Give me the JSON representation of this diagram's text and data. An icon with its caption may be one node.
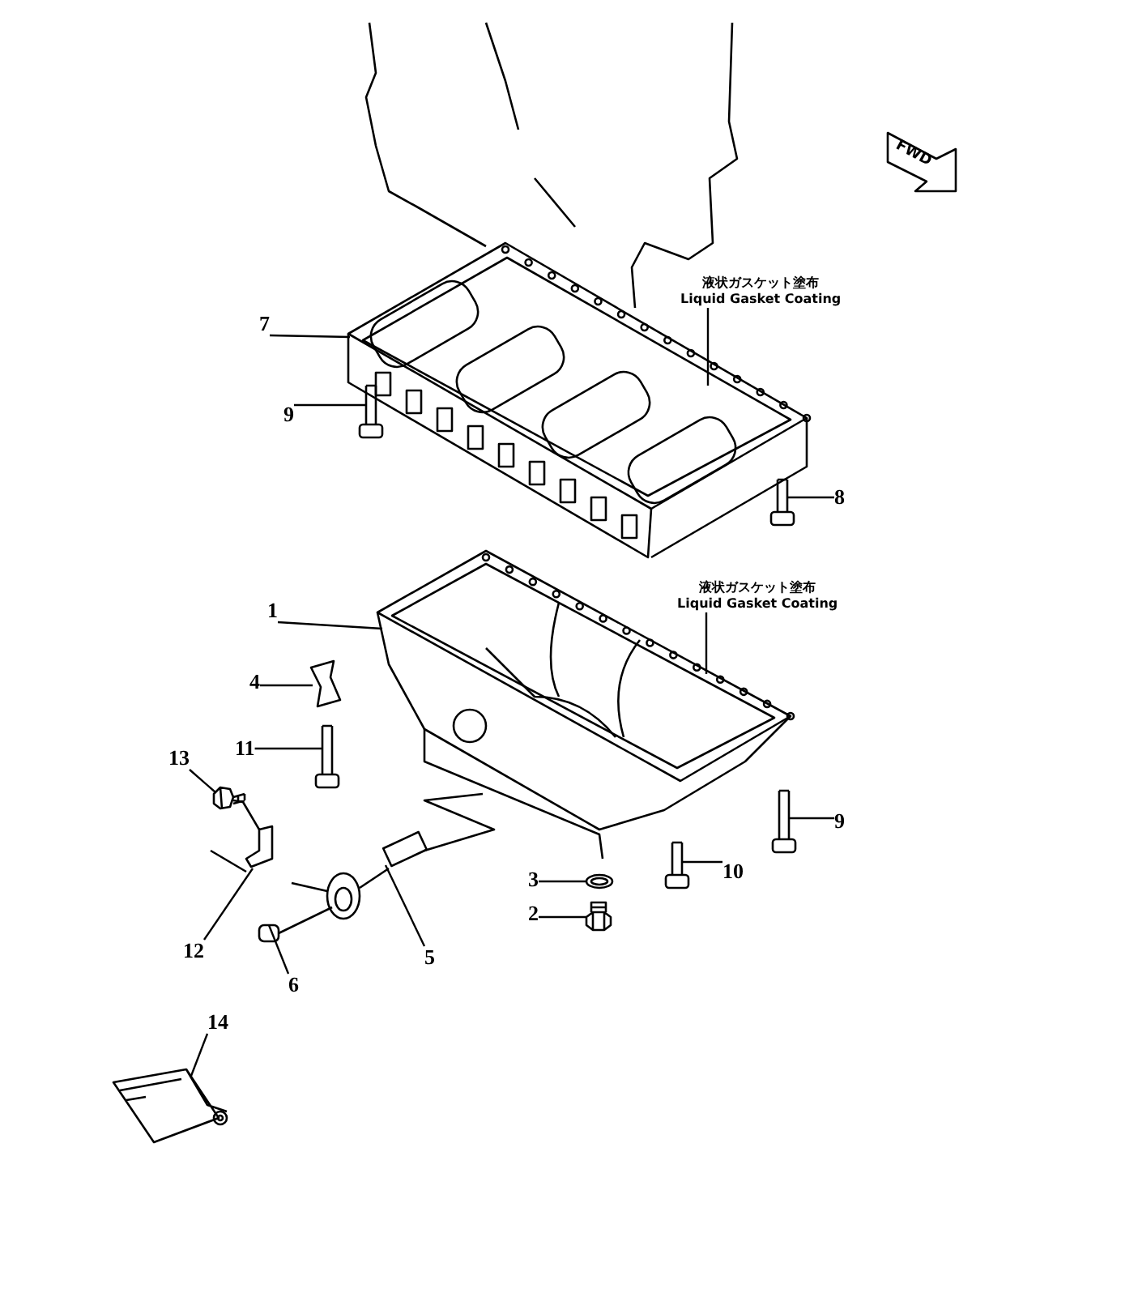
{
  "diagram": {
    "nodes": [
      {
        "text": [
          "7"
        ]
      },
      {
        "text": [
          "9"
        ]
      },
      {
        "text": [
          "液状ガスケット塗布",
          "Liquid Gasket Coating"
        ]
      },
      {
        "text": [
          "8"
        ]
      },
      {
        "text": [
          "液状ガスケット塗布",
          "Liquid Gasket Coating"
        ]
      },
      {
        "text": [
          "1"
        ]
      },
      {
        "text": [
          "4"
        ]
      },
      {
        "text": [
          "11"
        ]
      },
      {
        "text": [
          "13"
        ]
      },
      {
        "text": [
          "9"
        ]
      },
      {
        "text": [
          "3"
        ]
      },
      {
        "text": [
          "10"
        ]
      },
      {
        "text": [
          "2"
        ]
      },
      {
        "text": [
          "12"
        ]
      },
      {
        "text": [
          "6"
        ]
      },
      {
        "text": [
          "5"
        ]
      },
      {
        "text": [
          "14"
        ]
      },
      {
        "text": [],
        "shape": "picture"
      },
      {
        "text": [],
        "shape": "picture"
      },
      {
        "text": [],
        "shape": "picture"
      },
      {
        "text": [],
        "shape": "picture"
      },
      {
        "text": [],
        "shape": "picture"
      },
      {
        "text": [],
        "shape": "picture"
      },
      {
        "text": [],
        "shape": "picture"
      },
      {
        "text": [],
        "shape": "picture"
      },
      {
        "text": [],
        "shape": "picture"
      },
      {
        "text": [],
        "shape": "picture"
      },
      {
        "text": [],
        "shape": "picture"
      },
      {
        "text": [],
        "shape": "picture"
      },
      {
        "text": [],
        "shape": "picture"
      },
      {
        "text": [],
        "shape": "picture"
      },
      {
        "text": [],
        "shape": "picture"
      }
    ],
    "edges": [
      {
        "from": 0,
        "to": 17,
        "arrow": "none"
      },
      {
        "from": 1,
        "to": 18,
        "arrow": "none"
      },
      {
        "from": 2,
        "to": 17,
        "arrow": "none"
      },
      {
        "from": 3,
        "to": 19,
        "arrow": "none"
      },
      {
        "from": 4,
        "to": 20,
        "arrow": "none"
      },
      {
        "from": 5,
        "to": 20,
        "arrow": "none"
      },
      {
        "from": 6,
        "to": 21,
        "arrow": "none"
      },
      {
        "from": 7,
        "to": 22,
        "arrow": "none"
      },
      {
        "from": 8,
        "to": 23,
        "arrow": "none"
      },
      {
        "from": 9,
        "to": 24,
        "arrow": "none"
      },
      {
        "from": 10,
        "to": 25,
        "arrow": "none"
      },
      {
        "from": 11,
        "to": 26,
        "arrow": "none"
      },
      {
        "from": 12,
        "to": 27,
        "arrow": "none"
      },
      {
        "from": 13,
        "to": 28,
        "arrow": "none"
      },
      {
        "from": 14,
        "to": 29,
        "arrow": "none"
      },
      {
        "from": 15,
        "to": 30,
        "arrow": "none"
      },
      {
        "from": 16,
        "to": 31,
        "arrow": "none"
      }
    ],
    "labels": [
      "FWD"
    ]
  }
}
